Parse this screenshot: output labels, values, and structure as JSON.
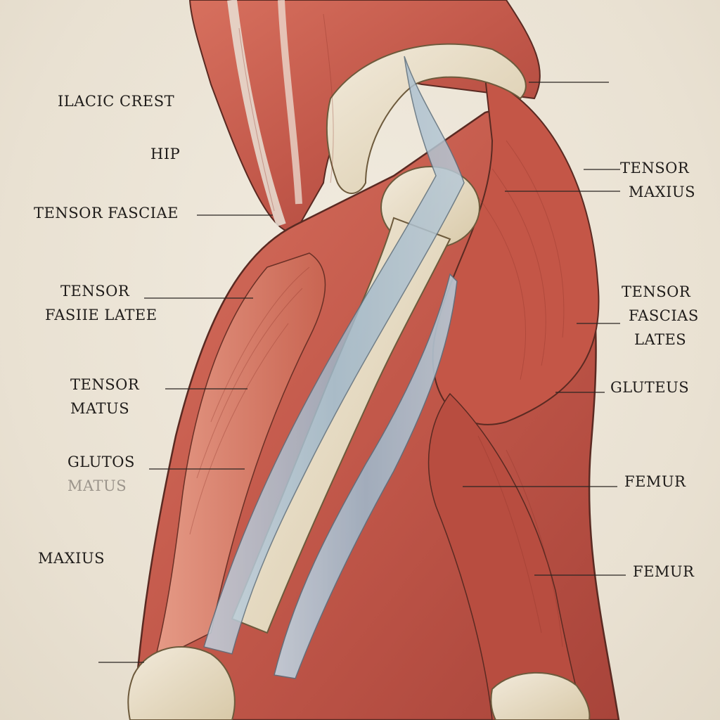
{
  "diagram": {
    "labels_left": [
      {
        "lines": [
          "ILACIC CREST"
        ]
      },
      {
        "lines": [
          "HIP"
        ]
      },
      {
        "lines": [
          "TENSOR FASCIAE"
        ]
      },
      {
        "lines": [
          "TENSOR",
          "FASIIE LATEE"
        ]
      },
      {
        "lines": [
          "TENSOR",
          "MATUS"
        ]
      },
      {
        "lines": [
          "GLUTOS",
          "MATUS"
        ]
      },
      {
        "lines": [
          "MAXIUS"
        ]
      }
    ],
    "labels_right": [
      {
        "lines": [
          "TENSOR",
          "MAXIUS"
        ]
      },
      {
        "lines": [
          "TENSOR",
          "FASCIAS",
          "LATES"
        ]
      },
      {
        "lines": [
          "GLUTEUS"
        ]
      },
      {
        "lines": [
          "FEMUR"
        ]
      },
      {
        "lines": [
          "FEMUR"
        ]
      }
    ],
    "colors": {
      "muscle": "#c85a4a",
      "muscle_dark": "#9e3a30",
      "muscle_light": "#e08a78",
      "bone": "#e8dcc2",
      "tendon": "#a9bfd0",
      "background": "#ece4d6",
      "leader_line": "#2a2522"
    }
  }
}
